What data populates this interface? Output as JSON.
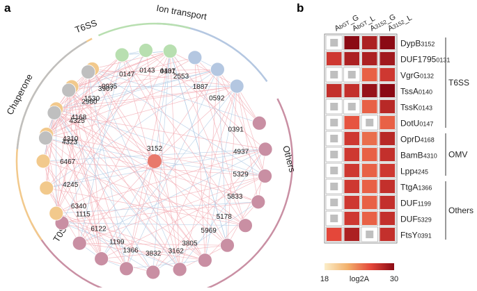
{
  "panels": {
    "a": "a",
    "b": "b"
  },
  "network": {
    "center_node": "3152",
    "groups": [
      {
        "label": "Ion transport",
        "color": "#b4c7e1",
        "nodes": [
          "4407",
          "2553",
          "1887",
          "0592"
        ]
      },
      {
        "label": "Others",
        "color": "#c98fa3",
        "nodes": [
          "0391",
          "4937",
          "5329",
          "5833",
          "5178",
          "5969",
          "3805",
          "3162",
          "3832",
          "1366",
          "1199",
          "6122",
          "1115"
        ]
      },
      {
        "label": "T0SS",
        "color": "#f2c98c",
        "nodes": [
          "6340",
          "4245",
          "6467",
          "4310",
          "4168",
          "1530",
          "0935"
        ]
      },
      {
        "label": "Chaperone",
        "color": "#bfbfbf",
        "nodes": [
          "4323",
          "4325",
          "2980",
          "3907"
        ]
      },
      {
        "label": "T6SS",
        "color": "#b8dfb0",
        "nodes": [
          "0147",
          "0143",
          "0131"
        ]
      }
    ],
    "center_color": "#e8796c",
    "edge_colors": {
      "positive": "#f2a5ad",
      "negative": "#a9c7e3"
    }
  },
  "heatmap": {
    "columns": [
      {
        "main": "A",
        "sub": "bGT",
        "suffix": "_G"
      },
      {
        "main": "A",
        "sub": "bGT",
        "suffix": "_L"
      },
      {
        "main": "A",
        "sub": "3152",
        "suffix": "_G"
      },
      {
        "main": "A",
        "sub": "3152",
        "suffix": "_L"
      }
    ],
    "rows": [
      {
        "name": "DypB",
        "id": "3152",
        "values": [
          null,
          30,
          28.5,
          30
        ]
      },
      {
        "name": "DUF1795",
        "id": "0131",
        "values": [
          27,
          28.5,
          28.5,
          29
        ]
      },
      {
        "name": "VgrG",
        "id": "0132",
        "values": [
          null,
          null,
          25,
          27
        ]
      },
      {
        "name": "TssA",
        "id": "0140",
        "values": [
          27.5,
          27.5,
          29.5,
          30
        ]
      },
      {
        "name": "TssK",
        "id": "0143",
        "values": [
          null,
          null,
          25,
          28
        ]
      },
      {
        "name": "DotU",
        "id": "0147",
        "values": [
          null,
          25.5,
          null,
          25
        ]
      },
      {
        "name": "OprD",
        "id": "4168",
        "values": [
          null,
          27,
          24.5,
          28
        ]
      },
      {
        "name": "BamB",
        "id": "4310",
        "values": [
          null,
          27,
          25,
          27.5
        ]
      },
      {
        "name": "Lpp",
        "id": "4245",
        "values": [
          null,
          27,
          25,
          27
        ]
      },
      {
        "name": "TtgA",
        "id": "1366",
        "values": [
          null,
          27,
          25,
          27.5
        ]
      },
      {
        "name": "DUF",
        "id": "1199",
        "values": [
          null,
          27,
          25,
          27.5
        ]
      },
      {
        "name": "DUF",
        "id": "5329",
        "values": [
          null,
          27,
          25,
          27.5
        ]
      },
      {
        "name": "FtsY",
        "id": "0391",
        "values": [
          26,
          28.5,
          null,
          27.5
        ]
      }
    ],
    "groups": [
      {
        "label": "T6SS",
        "rows": [
          0,
          5
        ]
      },
      {
        "label": "OMV",
        "rows": [
          6,
          8
        ]
      },
      {
        "label": "Others",
        "rows": [
          9,
          12
        ]
      }
    ],
    "missing_color": "#bfbfbf",
    "colorbar": {
      "min": "18",
      "max": "30",
      "label": "log2A",
      "vmin": 18,
      "vmax": 30,
      "colors": [
        "#fbeec9",
        "#f2b06b",
        "#e4473a",
        "#8b0a14"
      ]
    }
  }
}
